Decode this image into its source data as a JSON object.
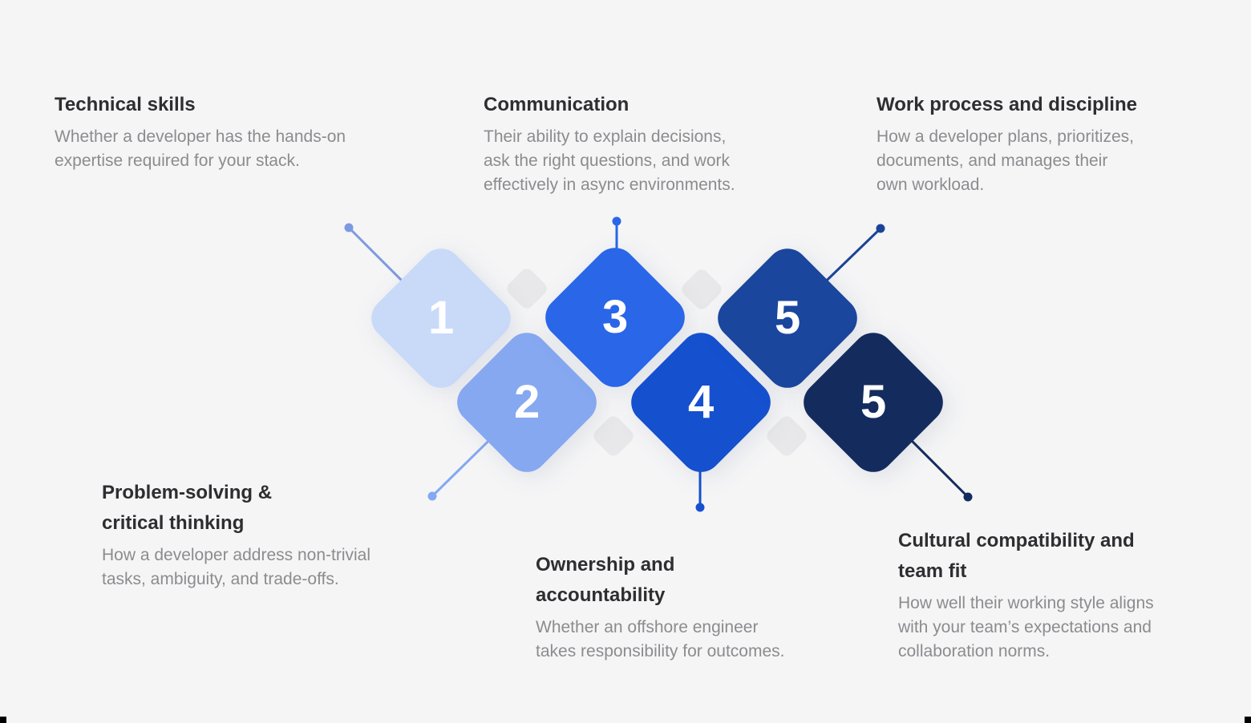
{
  "canvas": {
    "background": "#F5F5F6",
    "background_diamond_color": "#E8E8EA",
    "corner_mark_color": "#000000",
    "number_text_color": "#FFFFFF",
    "title_color": "#2E2E31",
    "description_color": "#8C8C8F"
  },
  "items": [
    {
      "number": "1",
      "title": "Technical skills",
      "description": "Whether a developer has the hands-on\nexpertise required for your stack.",
      "diamond_color": "#C9DAF9",
      "connector_color": "#7D99DF"
    },
    {
      "number": "2",
      "title": "Problem-solving &\ncritical thinking",
      "description": "How a developer address non-trivial\ntasks, ambiguity, and trade-offs.",
      "diamond_color": "#85A8F0",
      "connector_color": "#85A8F0"
    },
    {
      "number": "3",
      "title": "Communication",
      "description": "Their ability to explain decisions,\nask the right questions, and work\neffectively in async environments.",
      "diamond_color": "#2966E8",
      "connector_color": "#2966E8"
    },
    {
      "number": "4",
      "title": "Ownership and\n accountability",
      "description": "Whether an offshore engineer\ntakes responsibility for outcomes.",
      "diamond_color": "#1550CE",
      "connector_color": "#1550CE"
    },
    {
      "number": "5",
      "title": "Work process and discipline",
      "description": "How a developer plans, prioritizes,\ndocuments, and manages their\nown workload.",
      "diamond_color": "#1B469E",
      "connector_color": "#1B4499"
    },
    {
      "number": "5",
      "title": "Cultural compatibility and\nteam fit",
      "description": "How well their working style aligns\nwith your team’s expectations and\ncollaboration norms.",
      "diamond_color": "#142B5E",
      "connector_color": "#142B5E"
    }
  ]
}
